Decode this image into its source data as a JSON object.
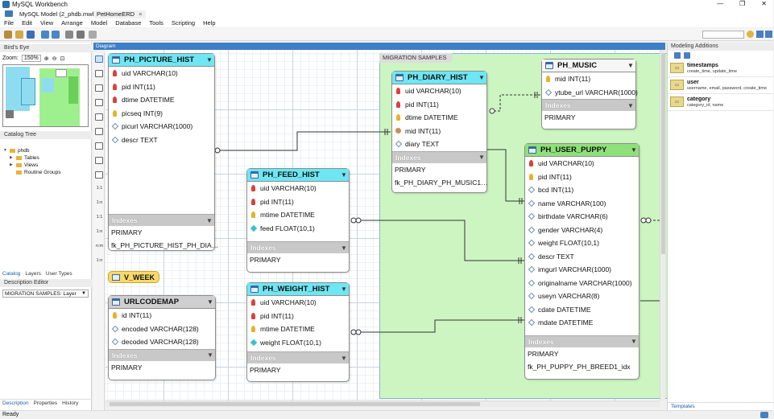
{
  "window": {
    "title": "MySQL Workbench",
    "controls": [
      "—",
      "❐",
      "✕"
    ]
  },
  "doc_tabs": [
    {
      "label": "MySQL Model (2_phdb.mwb)",
      "close": "×"
    },
    {
      "label": "PetHomeERD",
      "close": "×"
    }
  ],
  "menu": [
    "File",
    "Edit",
    "View",
    "Arrange",
    "Model",
    "Database",
    "Tools",
    "Scripting",
    "Help"
  ],
  "left": {
    "birds_eye_title": "Bird's Eye",
    "zoom_label": "Zoom:",
    "zoom_value": "150%",
    "catalog_tree_title": "Catalog Tree",
    "tree": {
      "root": "phdb",
      "children": [
        "Tables",
        "Views",
        "Routine Groups"
      ]
    },
    "tabs": [
      "Catalog",
      "Layers",
      "User Types"
    ],
    "desc_editor_title": "Description Editor",
    "desc_select": "MIGRATION SAMPLES: Layer",
    "bottom_tabs": [
      "Description",
      "Properties",
      "History"
    ]
  },
  "diagram": {
    "title": "Diagram",
    "layer_name": "MIGRATION SAMPLES",
    "indexes_label": "Indexes",
    "tables": {
      "picture_hist": {
        "name": "PH_PICTURE_HIST",
        "columns": [
          {
            "icon": "key",
            "text": "uid VARCHAR(10)"
          },
          {
            "icon": "key",
            "text": "pid INT(11)"
          },
          {
            "icon": "key",
            "text": "dtime DATETIME"
          },
          {
            "icon": "fk",
            "text": "picseq INT(9)"
          },
          {
            "icon": "nul",
            "text": "picurl VARCHAR(1000)"
          },
          {
            "icon": "nul",
            "text": "descr TEXT"
          }
        ],
        "indexes": [
          "PRIMARY",
          "fk_PH_PICTURE_HIST_PH_DIA…"
        ]
      },
      "feed_hist": {
        "name": "PH_FEED_HIST",
        "columns": [
          {
            "icon": "key",
            "text": "uid VARCHAR(10)"
          },
          {
            "icon": "key",
            "text": "pid INT(11)"
          },
          {
            "icon": "fk",
            "text": "mtime DATETIME"
          },
          {
            "icon": "nn",
            "text": "feed FLOAT(10,1)"
          }
        ],
        "indexes": [
          "PRIMARY"
        ]
      },
      "weight_hist": {
        "name": "PH_WEIGHT_HIST",
        "columns": [
          {
            "icon": "key",
            "text": "uid VARCHAR(10)"
          },
          {
            "icon": "key",
            "text": "pid INT(11)"
          },
          {
            "icon": "fk",
            "text": "mtime DATETIME"
          },
          {
            "icon": "nn",
            "text": "weight FLOAT(10,1)"
          }
        ],
        "indexes": [
          "PRIMARY"
        ]
      },
      "urlcodemap": {
        "name": "URLCODEMAP",
        "columns": [
          {
            "icon": "fk",
            "text": "id INT(11)"
          },
          {
            "icon": "nul",
            "text": "encoded VARCHAR(128)"
          },
          {
            "icon": "nul",
            "text": "decoded VARCHAR(128)"
          }
        ],
        "indexes": [
          "PRIMARY"
        ]
      },
      "diary_hist": {
        "name": "PH_DIARY_HIST",
        "columns": [
          {
            "icon": "key",
            "text": "uid VARCHAR(10)"
          },
          {
            "icon": "key",
            "text": "pid INT(11)"
          },
          {
            "icon": "fk",
            "text": "dtime DATETIME"
          },
          {
            "icon": "idx",
            "text": "mid INT(11)"
          },
          {
            "icon": "nul",
            "text": "diary TEXT"
          }
        ],
        "indexes": [
          "PRIMARY",
          "fk_PH_DIARY_PH_MUSIC1…"
        ]
      },
      "music": {
        "name": "PH_MUSIC",
        "columns": [
          {
            "icon": "fk",
            "text": "mid INT(11)"
          },
          {
            "icon": "nul",
            "text": "ytube_url VARCHAR(1000)"
          }
        ],
        "indexes": [
          "PRIMARY"
        ]
      },
      "user_puppy": {
        "name": "PH_USER_PUPPY",
        "columns": [
          {
            "icon": "key",
            "text": "uid VARCHAR(10)"
          },
          {
            "icon": "fk",
            "text": "pid INT(11)"
          },
          {
            "icon": "nul",
            "text": "bcd INT(11)"
          },
          {
            "icon": "nul",
            "text": "name VARCHAR(100)"
          },
          {
            "icon": "nul",
            "text": "birthdate VARCHAR(6)"
          },
          {
            "icon": "nul",
            "text": "gender VARCHAR(4)"
          },
          {
            "icon": "nul",
            "text": "weight FLOAT(10,1)"
          },
          {
            "icon": "nul",
            "text": "descr TEXT"
          },
          {
            "icon": "nul",
            "text": "imgurl VARCHAR(1000)"
          },
          {
            "icon": "nul",
            "text": "originalname VARCHAR(1000)"
          },
          {
            "icon": "nul",
            "text": "useyn VARCHAR(8)"
          },
          {
            "icon": "nul",
            "text": "cdate DATETIME"
          },
          {
            "icon": "nul",
            "text": "mdate DATETIME"
          }
        ],
        "indexes": [
          "PRIMARY",
          "fk_PH_PUPPY_PH_BREED1_idx"
        ]
      }
    },
    "view_name": "V_WEEK"
  },
  "right": {
    "title": "Modeling Additions",
    "templates": [
      {
        "title": "timestamps",
        "desc": "create_time, update_time"
      },
      {
        "title": "user",
        "desc": "username, email, password, create_time"
      },
      {
        "title": "category",
        "desc": "category_id, name"
      }
    ],
    "bottom_tab": "Templates"
  },
  "status": "Ready",
  "colors": {
    "header_cyan": "#6ee6f3",
    "header_green": "#8fe07a",
    "layer_green": "#cdf5c2",
    "accent_blue": "#3d7ec6"
  }
}
